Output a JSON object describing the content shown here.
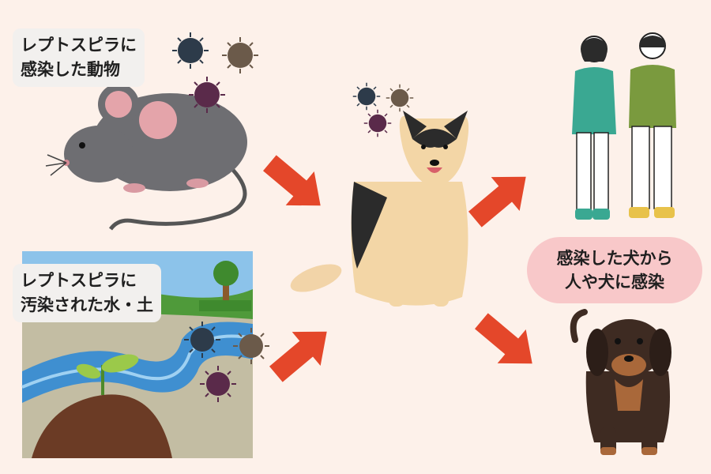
{
  "source_rat": {
    "line1": "レプトスピラに",
    "line2": "感染した動物"
  },
  "source_environment": {
    "line1": "レプトスピラに",
    "line2": "汚染された水・土"
  },
  "outcome": {
    "line1": "感染した犬から",
    "line2": "人や犬に感染"
  },
  "colors": {
    "background": "#fdf1ea",
    "arrow": "#e4472a",
    "label_bg": "#f2f0ee",
    "pill_bg": "#f8c8c9",
    "bacteria_dark": "#2d3b4a",
    "bacteria_brown": "#6b5a4a",
    "bacteria_purple": "#5a2a4a"
  },
  "icons": [
    "mouse-illustration",
    "river-landscape-illustration",
    "dog-illustration",
    "people-illustration",
    "dachshund-illustration",
    "bacteria-icon",
    "arrow-icon"
  ]
}
